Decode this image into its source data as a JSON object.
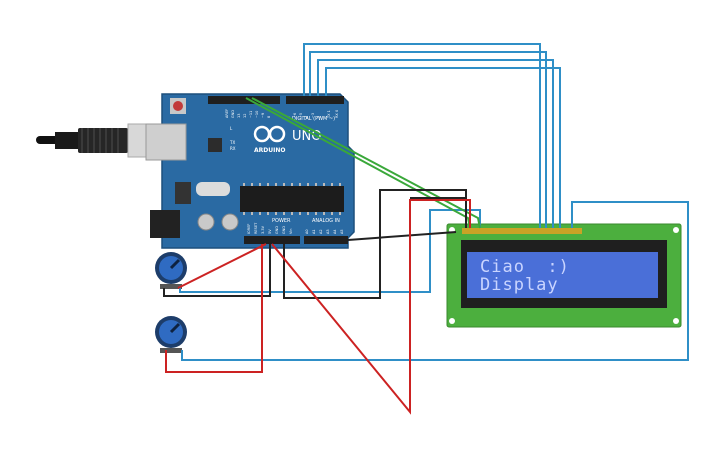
{
  "board": {
    "brand": "ARDUINO",
    "model": "UNO",
    "digital_label": "DIGITAL (PWM ~)",
    "power_label": "POWER",
    "analog_label": "ANALOG IN",
    "tx_label": "TX",
    "rx_label": "RX",
    "l_label": "L",
    "aref_label": "AREF",
    "gnd_label": "GND",
    "pin_13": "13",
    "pin_12": "12",
    "pin_11": "~11",
    "pin_10": "~10",
    "pin_9": "~9",
    "pin_8": "8",
    "pin_7": "7",
    "pin_6": "~6",
    "pin_5": "~5",
    "pin_4": "4",
    "pin_3": "~3",
    "pin_2": "2",
    "pin_1": "TX 1",
    "pin_0": "RX 0",
    "power_pins": [
      "IOREF",
      "RESET",
      "3.3V",
      "5V",
      "GND",
      "GND",
      "Vin"
    ],
    "analog_pins": [
      "A0",
      "A1",
      "A2",
      "A3",
      "A4",
      "A5"
    ]
  },
  "lcd": {
    "line1": "Ciao  :)",
    "line2": "Display",
    "backlight_color": "#4a6fd8",
    "pcb_color": "#4caf3e"
  },
  "colors": {
    "board": "#2a6aa3",
    "wire_blue": "#2f8fc7",
    "wire_green": "#3aa83a",
    "wire_red": "#cc2222",
    "wire_black": "#222222"
  }
}
